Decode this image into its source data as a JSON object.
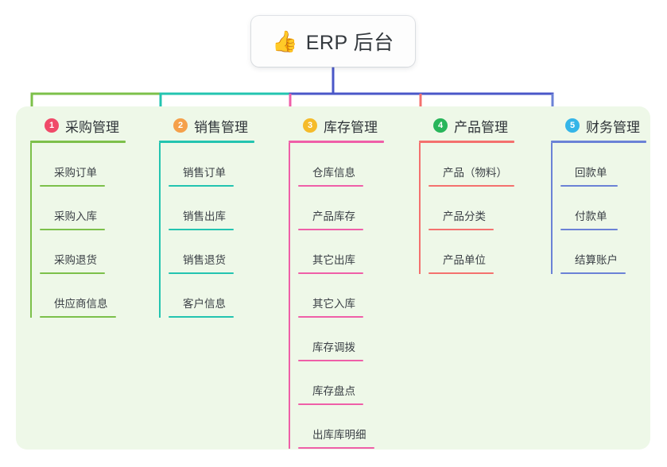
{
  "diagram": {
    "type": "mindmap",
    "root": {
      "icon": "thumbs-up-icon",
      "emoji": "👍",
      "title": "ERP 后台"
    },
    "panel_background": "#eef8e8",
    "trunk_color": "#4a57c8",
    "branches": [
      {
        "number": "1",
        "title": "采购管理",
        "badge_color": "#f04a69",
        "line_color": "#7cc04a",
        "rule_width": 120,
        "items": [
          {
            "label": "采购订单",
            "rule_width": 82
          },
          {
            "label": "采购入库",
            "rule_width": 82
          },
          {
            "label": "采购退货",
            "rule_width": 82
          },
          {
            "label": "供应商信息",
            "rule_width": 96
          }
        ]
      },
      {
        "number": "2",
        "title": "销售管理",
        "badge_color": "#f5a04a",
        "line_color": "#23c4b0",
        "rule_width": 120,
        "items": [
          {
            "label": "销售订单",
            "rule_width": 82
          },
          {
            "label": "销售出库",
            "rule_width": 82
          },
          {
            "label": "销售退货",
            "rule_width": 82
          },
          {
            "label": "客户信息",
            "rule_width": 82
          }
        ]
      },
      {
        "number": "3",
        "title": "库存管理",
        "badge_color": "#f5bb2a",
        "line_color": "#ef5fa8",
        "rule_width": 120,
        "items": [
          {
            "label": "仓库信息",
            "rule_width": 82
          },
          {
            "label": "产品库存",
            "rule_width": 82
          },
          {
            "label": "其它出库",
            "rule_width": 82
          },
          {
            "label": "其它入库",
            "rule_width": 82
          },
          {
            "label": "库存调拨",
            "rule_width": 82
          },
          {
            "label": "库存盘点",
            "rule_width": 82
          },
          {
            "label": "出库库明细",
            "rule_width": 96
          }
        ]
      },
      {
        "number": "4",
        "title": "产品管理",
        "badge_color": "#28b55a",
        "line_color": "#f4716e",
        "rule_width": 120,
        "items": [
          {
            "label": "产品（物料）",
            "rule_width": 108
          },
          {
            "label": "产品分类",
            "rule_width": 82
          },
          {
            "label": "产品单位",
            "rule_width": 82
          }
        ]
      },
      {
        "number": "5",
        "title": "财务管理",
        "badge_color": "#34b5e8",
        "line_color": "#6b82d6",
        "rule_width": 120,
        "items": [
          {
            "label": "回款单",
            "rule_width": 72
          },
          {
            "label": "付款单",
            "rule_width": 72
          },
          {
            "label": "结算账户",
            "rule_width": 82
          }
        ]
      }
    ]
  }
}
